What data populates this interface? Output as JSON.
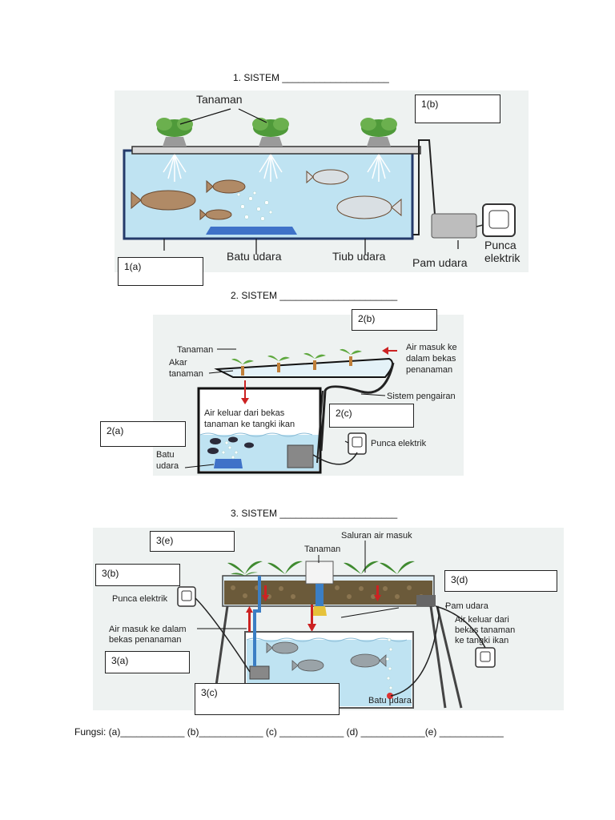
{
  "headings": {
    "s1": "1.   SISTEM ____________________",
    "s2": "2.   SISTEM ______________________",
    "s3": "3.   SISTEM ______________________"
  },
  "fig1": {
    "tanaman": "Tanaman",
    "batu_udara": "Batu udara",
    "tiub_udara": "Tiub udara",
    "pam_udara": "Pam udara",
    "punca_1": "Punca",
    "punca_2": "elektrik",
    "box_a": "1(a)",
    "box_b": "1(b)"
  },
  "fig2": {
    "tanaman": "Tanaman",
    "akar_1": "Akar",
    "akar_2": "tanaman",
    "air_masuk_1": "Air masuk ke",
    "air_masuk_2": "dalam bekas",
    "air_masuk_3": "penanaman",
    "sistem_pengairan": "Sistem pengairan",
    "air_keluar_1": "Air keluar dari bekas",
    "air_keluar_2": "tanaman ke tangki ikan",
    "punca_elektrik": "Punca elektrik",
    "batu_1": "Batu",
    "batu_2": "udara",
    "box_a": "2(a)",
    "box_b": "2(b)",
    "box_c": "2(c)"
  },
  "fig3": {
    "saluran": "Saluran air masuk",
    "tanaman": "Tanaman",
    "punca_elektrik": "Punca elektrik",
    "pam_udara": "Pam udara",
    "air_masuk_1": "Air masuk ke dalam",
    "air_masuk_2": "bekas penanaman",
    "air_keluar_1": "Air keluar dari",
    "air_keluar_2": "bekas tanaman",
    "air_keluar_3": "ke tangki ikan",
    "batu_udara": "Batu udara",
    "box_a": "3(a)",
    "box_b": "3(b)",
    "box_c": "3(c)",
    "box_d": "3(d)",
    "box_e": "3(e)"
  },
  "footer": "Fungsi: (a)____________ (b)____________ (c) ____________ (d) ____________(e) ____________",
  "colors": {
    "water": "#bfe3f2",
    "background": "#eef2f1",
    "leaf": "#4f9a3a",
    "fish": "#b08a66",
    "red_arrow": "#cc2222"
  }
}
